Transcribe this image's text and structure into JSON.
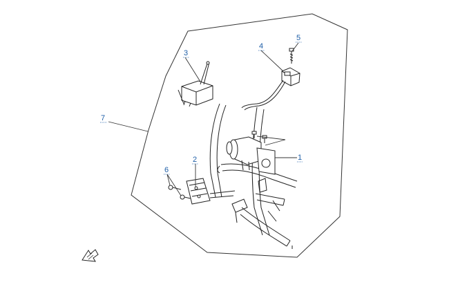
{
  "diagram": {
    "callouts": [
      {
        "id": "c1",
        "label": "1"
      },
      {
        "id": "c2",
        "label": "2"
      },
      {
        "id": "c3",
        "label": "3"
      },
      {
        "id": "c4",
        "label": "4"
      },
      {
        "id": "c5",
        "label": "5"
      },
      {
        "id": "c6",
        "label": "6"
      },
      {
        "id": "c7",
        "label": "7"
      }
    ],
    "colors": {
      "callout": "#1f5fa8",
      "line": "#222222",
      "background": "#ffffff"
    },
    "icons": {
      "direction": "arrow-direction-icon"
    }
  }
}
